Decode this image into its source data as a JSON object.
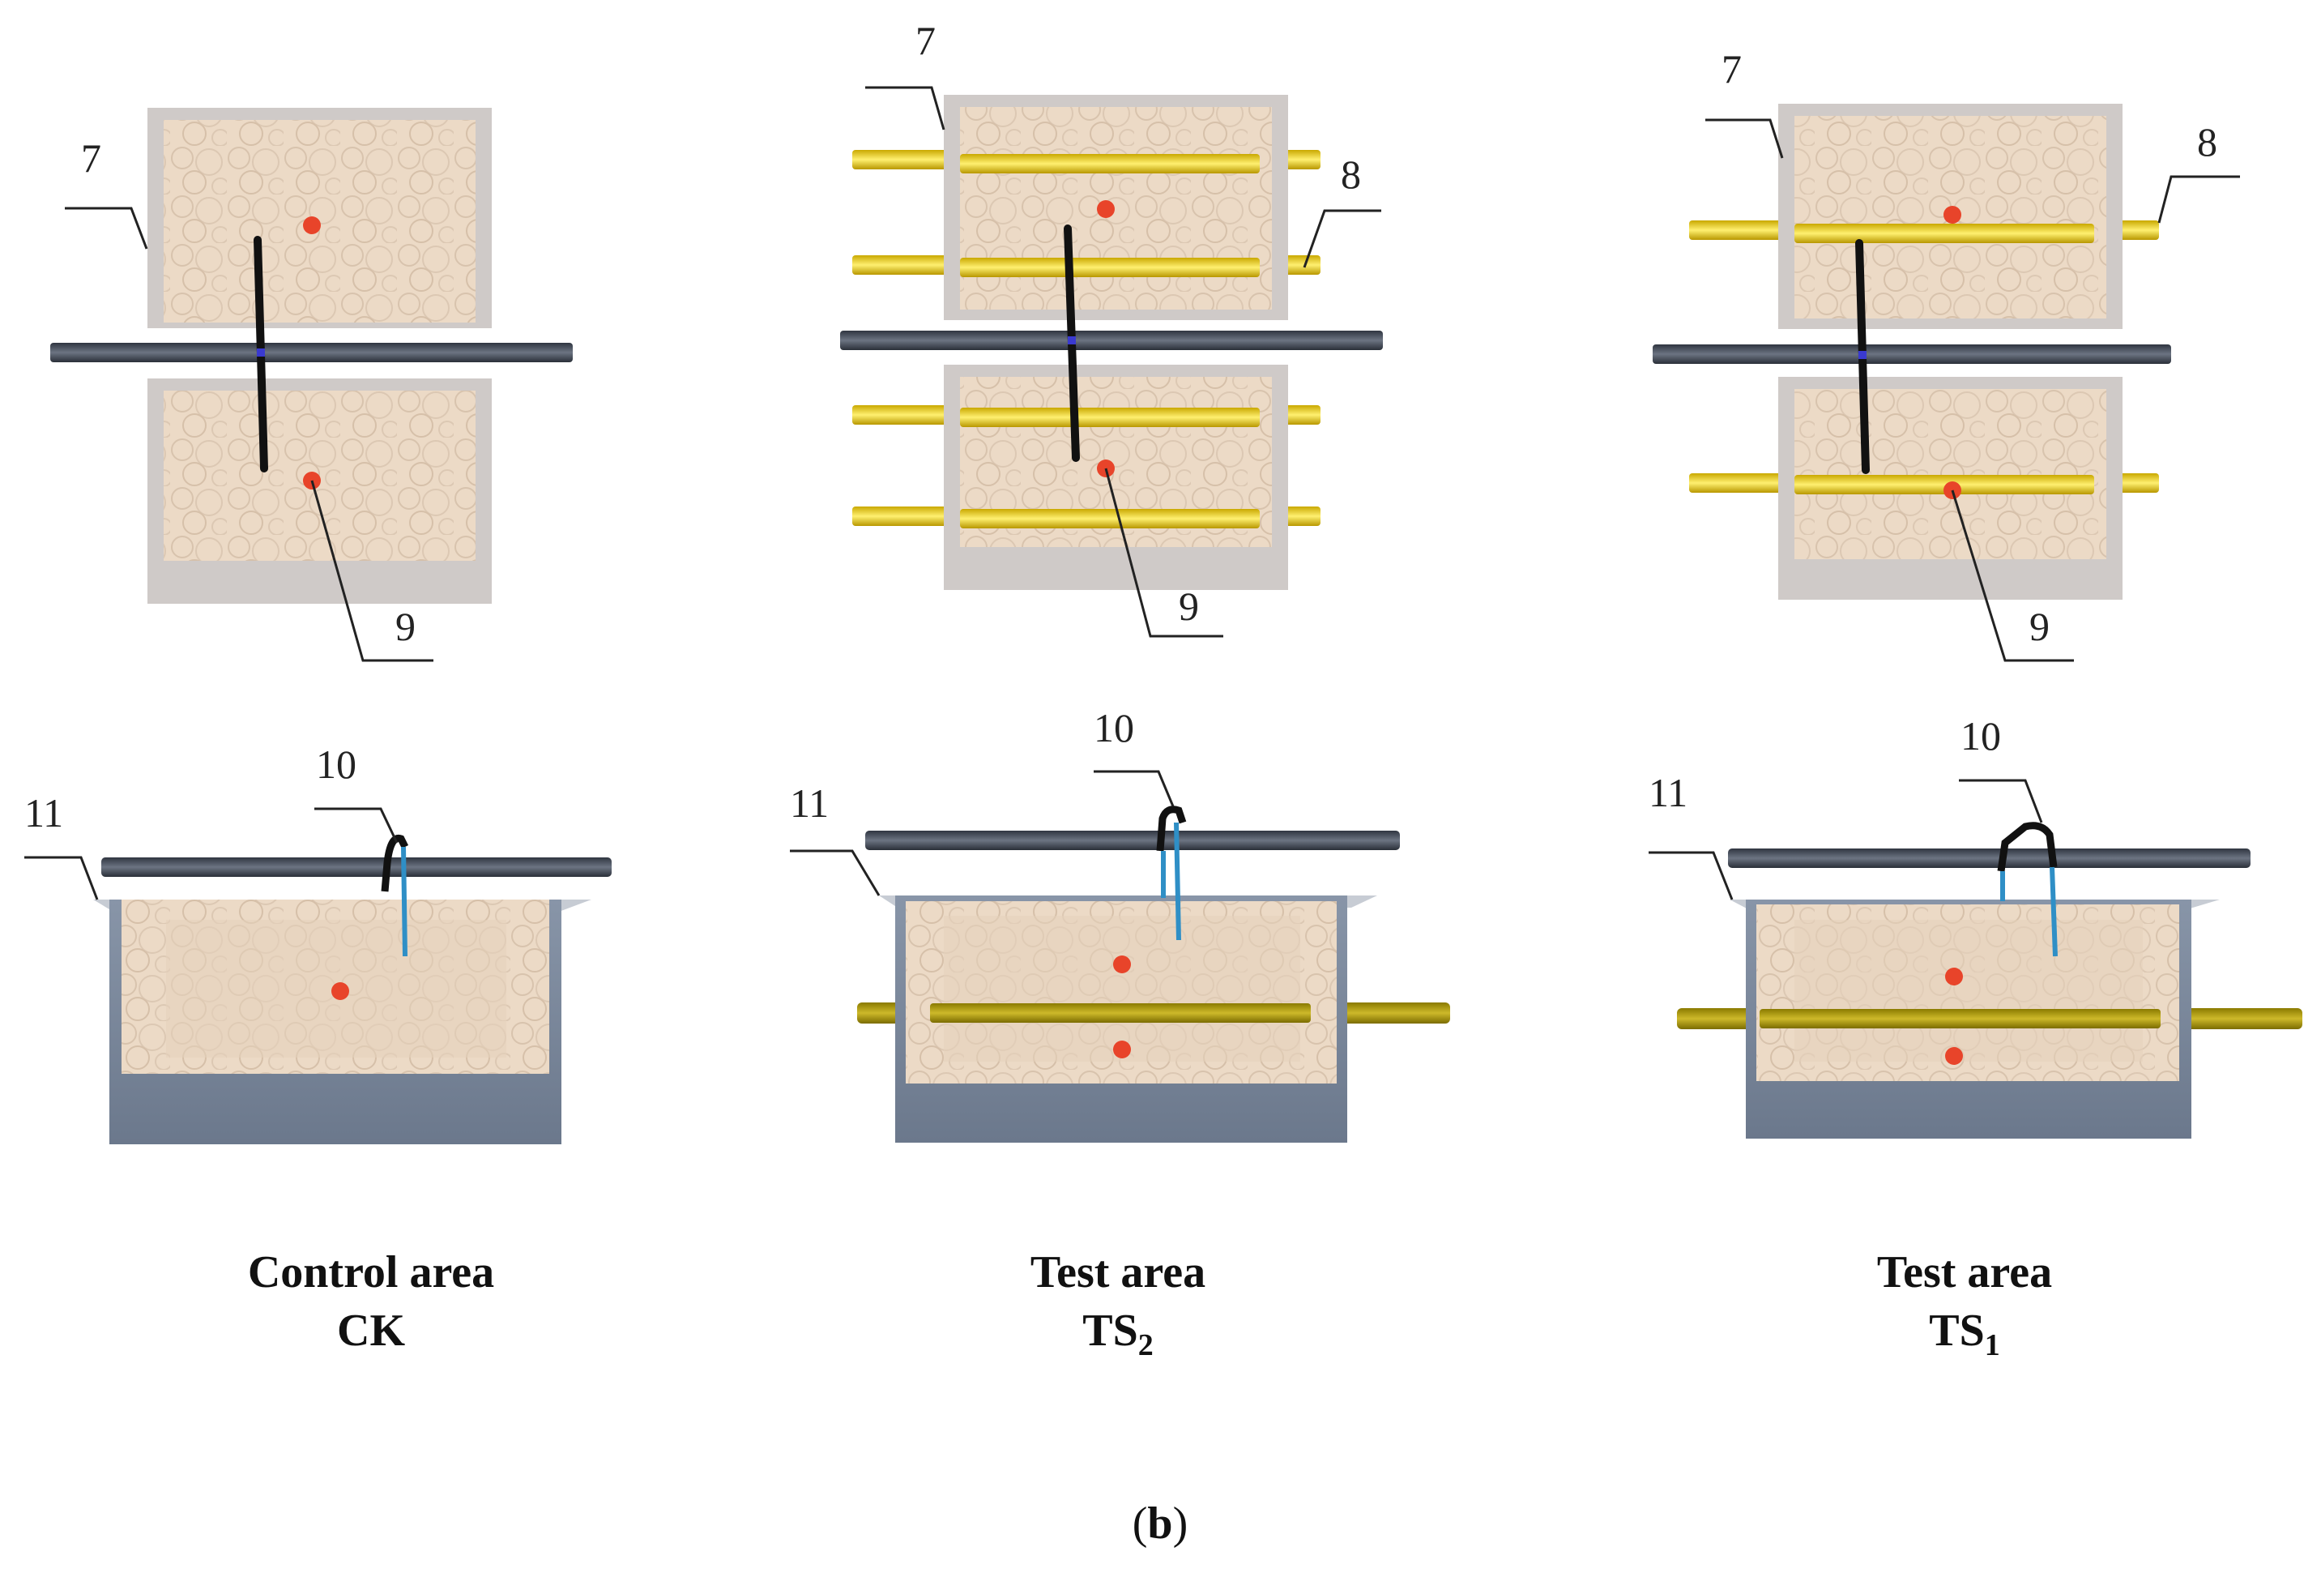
{
  "panel_label_letter": "b",
  "panel_label_open": "(",
  "panel_label_close": ")",
  "callouts": {
    "frame": "7",
    "heating_pipe": "8",
    "sensor_point": "9",
    "drip_emitter": "10",
    "bed_edge": "11"
  },
  "areas": [
    {
      "id": "ck",
      "title": "Control area",
      "code": "CK",
      "code_sub": ""
    },
    {
      "id": "ts2",
      "title": "Test area",
      "code": "TS",
      "code_sub": "2"
    },
    {
      "id": "ts1",
      "title": "Test area",
      "code": "TS",
      "code_sub": "1"
    }
  ],
  "colors": {
    "soil": "#ead7c2",
    "frame": "#cfcac8",
    "pipe_gray": "#4a5160",
    "heating_yellow": "#f2cf12",
    "heating_olive": "#b8a400",
    "sensor_red": "#e8442a",
    "container_blue": "#7e8ca0",
    "water_blue": "#2f8fc6",
    "hose_black": "#111111"
  }
}
